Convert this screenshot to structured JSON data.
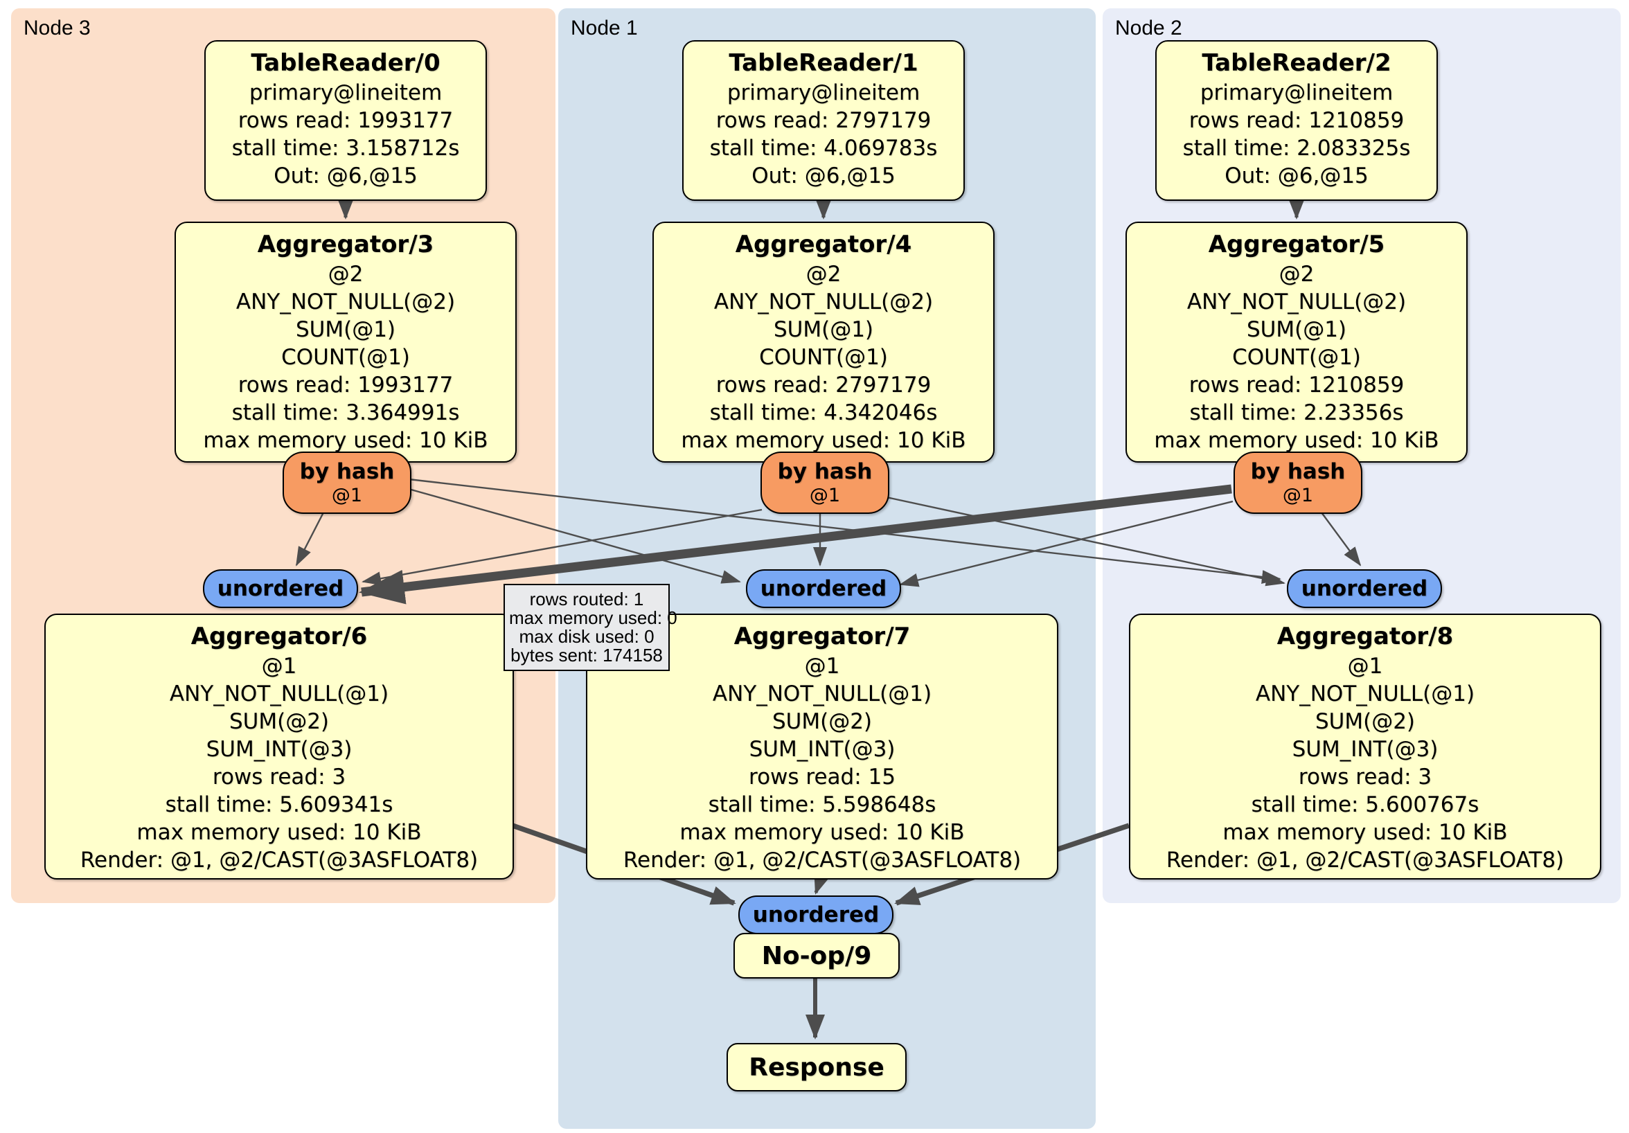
{
  "panels": [
    {
      "label": "Node 3"
    },
    {
      "label": "Node 1"
    },
    {
      "label": "Node 2"
    }
  ],
  "table_readers": [
    {
      "title": "TableReader/0",
      "lines": [
        "primary@lineitem",
        "rows read: 1993177",
        "stall time: 3.158712s",
        "Out: @6,@15"
      ]
    },
    {
      "title": "TableReader/1",
      "lines": [
        "primary@lineitem",
        "rows read: 2797179",
        "stall time: 4.069783s",
        "Out: @6,@15"
      ]
    },
    {
      "title": "TableReader/2",
      "lines": [
        "primary@lineitem",
        "rows read: 1210859",
        "stall time: 2.083325s",
        "Out: @6,@15"
      ]
    }
  ],
  "hash_aggregators": [
    {
      "title": "Aggregator/3",
      "lines": [
        "@2",
        "ANY_NOT_NULL(@2)",
        "SUM(@1)",
        "COUNT(@1)",
        "rows read: 1993177",
        "stall time: 3.364991s",
        "max memory used: 10 KiB"
      ]
    },
    {
      "title": "Aggregator/4",
      "lines": [
        "@2",
        "ANY_NOT_NULL(@2)",
        "SUM(@1)",
        "COUNT(@1)",
        "rows read: 2797179",
        "stall time: 4.342046s",
        "max memory used: 10 KiB"
      ]
    },
    {
      "title": "Aggregator/5",
      "lines": [
        "@2",
        "ANY_NOT_NULL(@2)",
        "SUM(@1)",
        "COUNT(@1)",
        "rows read: 1210859",
        "stall time: 2.23356s",
        "max memory used: 10 KiB"
      ]
    }
  ],
  "routers": [
    {
      "title": "by hash",
      "column": "@1"
    },
    {
      "title": "by hash",
      "column": "@1"
    },
    {
      "title": "by hash",
      "column": "@1"
    }
  ],
  "top_streams": [
    {
      "label": "unordered"
    },
    {
      "label": "unordered"
    },
    {
      "label": "unordered"
    }
  ],
  "final_aggregators": [
    {
      "title": "Aggregator/6",
      "lines": [
        "@1",
        "ANY_NOT_NULL(@1)",
        "SUM(@2)",
        "SUM_INT(@3)",
        "rows read: 3",
        "stall time: 5.609341s",
        "max memory used: 10 KiB",
        "Render: @1, @2/CAST(@3ASFLOAT8)"
      ]
    },
    {
      "title": "Aggregator/7",
      "lines": [
        "@1",
        "ANY_NOT_NULL(@1)",
        "SUM(@2)",
        "SUM_INT(@3)",
        "rows read: 15",
        "stall time: 5.598648s",
        "max memory used: 10 KiB",
        "Render: @1, @2/CAST(@3ASFLOAT8)"
      ]
    },
    {
      "title": "Aggregator/8",
      "lines": [
        "@1",
        "ANY_NOT_NULL(@1)",
        "SUM(@2)",
        "SUM_INT(@3)",
        "rows read: 3",
        "stall time: 5.600767s",
        "max memory used: 10 KiB",
        "Render: @1, @2/CAST(@3ASFLOAT8)"
      ]
    }
  ],
  "edge_tooltip": {
    "lines": [
      "rows routed: 1",
      "max memory used: 0",
      "max disk used: 0",
      "bytes sent: 174158"
    ]
  },
  "sink": {
    "stream_label": "unordered",
    "noop_title": "No-op/9",
    "response_title": "Response"
  },
  "colors": {
    "node3_panel": "#fcdfca",
    "node1_panel": "#d3e1ed",
    "node2_panel": "#e9edf8",
    "processor_fill": "#ffffcc",
    "router_fill": "#f79b62",
    "stream_fill": "#79a8f4",
    "tooltip_fill": "#e9eaec",
    "edge": "#4d4d4d"
  }
}
